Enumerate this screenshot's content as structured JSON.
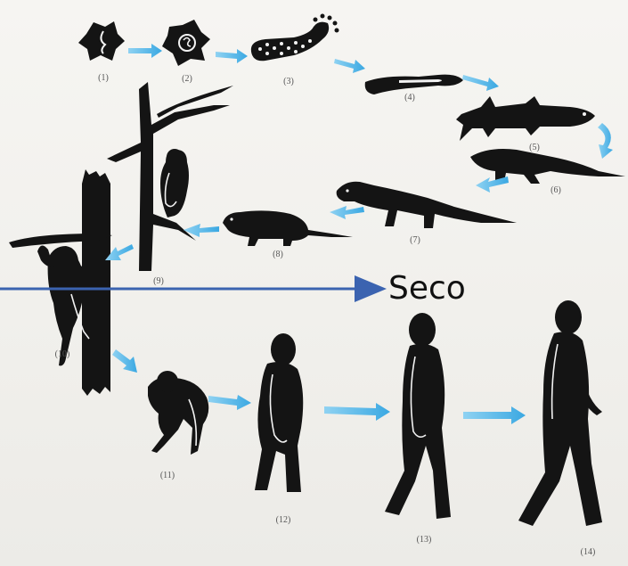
{
  "stages": [
    {
      "label": "(1)"
    },
    {
      "label": "(2)"
    },
    {
      "label": "(3)"
    },
    {
      "label": "(4)"
    },
    {
      "label": "(5)"
    },
    {
      "label": "(6)"
    },
    {
      "label": "(7)"
    },
    {
      "label": "(8)"
    },
    {
      "label": "(9)"
    },
    {
      "label": "(10)"
    },
    {
      "label": "(11)"
    },
    {
      "label": "(12)"
    },
    {
      "label": "(13)"
    },
    {
      "label": "(14)"
    }
  ],
  "annotation": {
    "text": "Seco",
    "color": "#3b63b0"
  },
  "colors": {
    "silhouette": "#141414",
    "flow_arrow": "#4ab3e6"
  }
}
